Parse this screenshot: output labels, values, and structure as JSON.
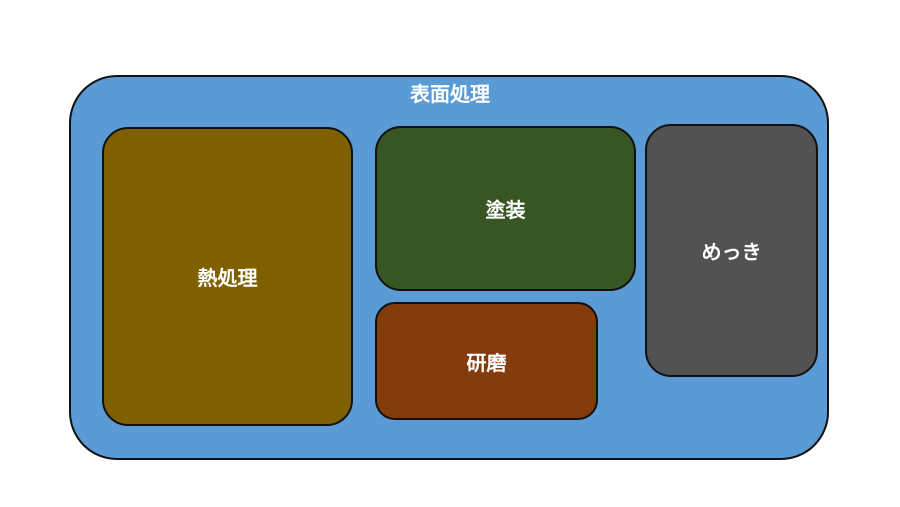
{
  "diagram": {
    "container": {
      "label": "表面処理",
      "color": "#5b9bd5"
    },
    "boxes": {
      "heat_treatment": {
        "label": "熱処理",
        "color": "#7f6000"
      },
      "painting": {
        "label": "塗装",
        "color": "#375623"
      },
      "plating": {
        "label": "めっき",
        "color": "#525252"
      },
      "polishing": {
        "label": "研磨",
        "color": "#843c0c"
      }
    }
  }
}
